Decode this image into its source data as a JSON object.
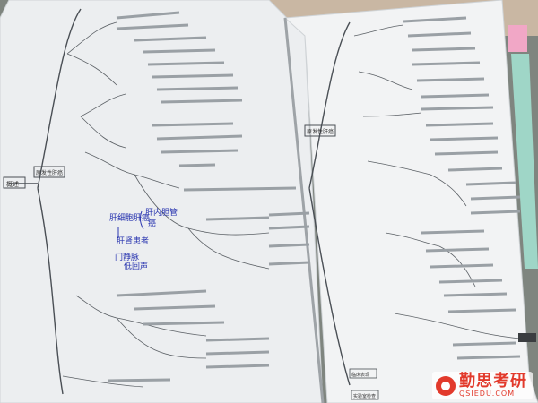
{
  "photo": {
    "subject": "open printed book of mind-map pages",
    "colors": {
      "background_top": "#c9b7a3",
      "page_left": "#eceef0",
      "page_right": "#f2f3f4",
      "ink": "#4a4f55",
      "pen": "#2a36b0",
      "tab_green": "#9fd6c7",
      "tab_pink": "#f1a7c6"
    }
  },
  "left_page": {
    "root_label": "概述",
    "node_main": "原发性肝癌",
    "handwritten": [
      "肝细胞肝癌",
      "肝内胆管",
      "癌",
      "肝肾患者",
      "门静脉",
      "低回声"
    ]
  },
  "right_page": {
    "node_main": "原发性肝癌",
    "node_bottom_1": "临床表现",
    "node_bottom_2": "实验室检查"
  },
  "watermark": {
    "text_cn": "勤思考研",
    "text_en": "QSIEDU.COM"
  }
}
